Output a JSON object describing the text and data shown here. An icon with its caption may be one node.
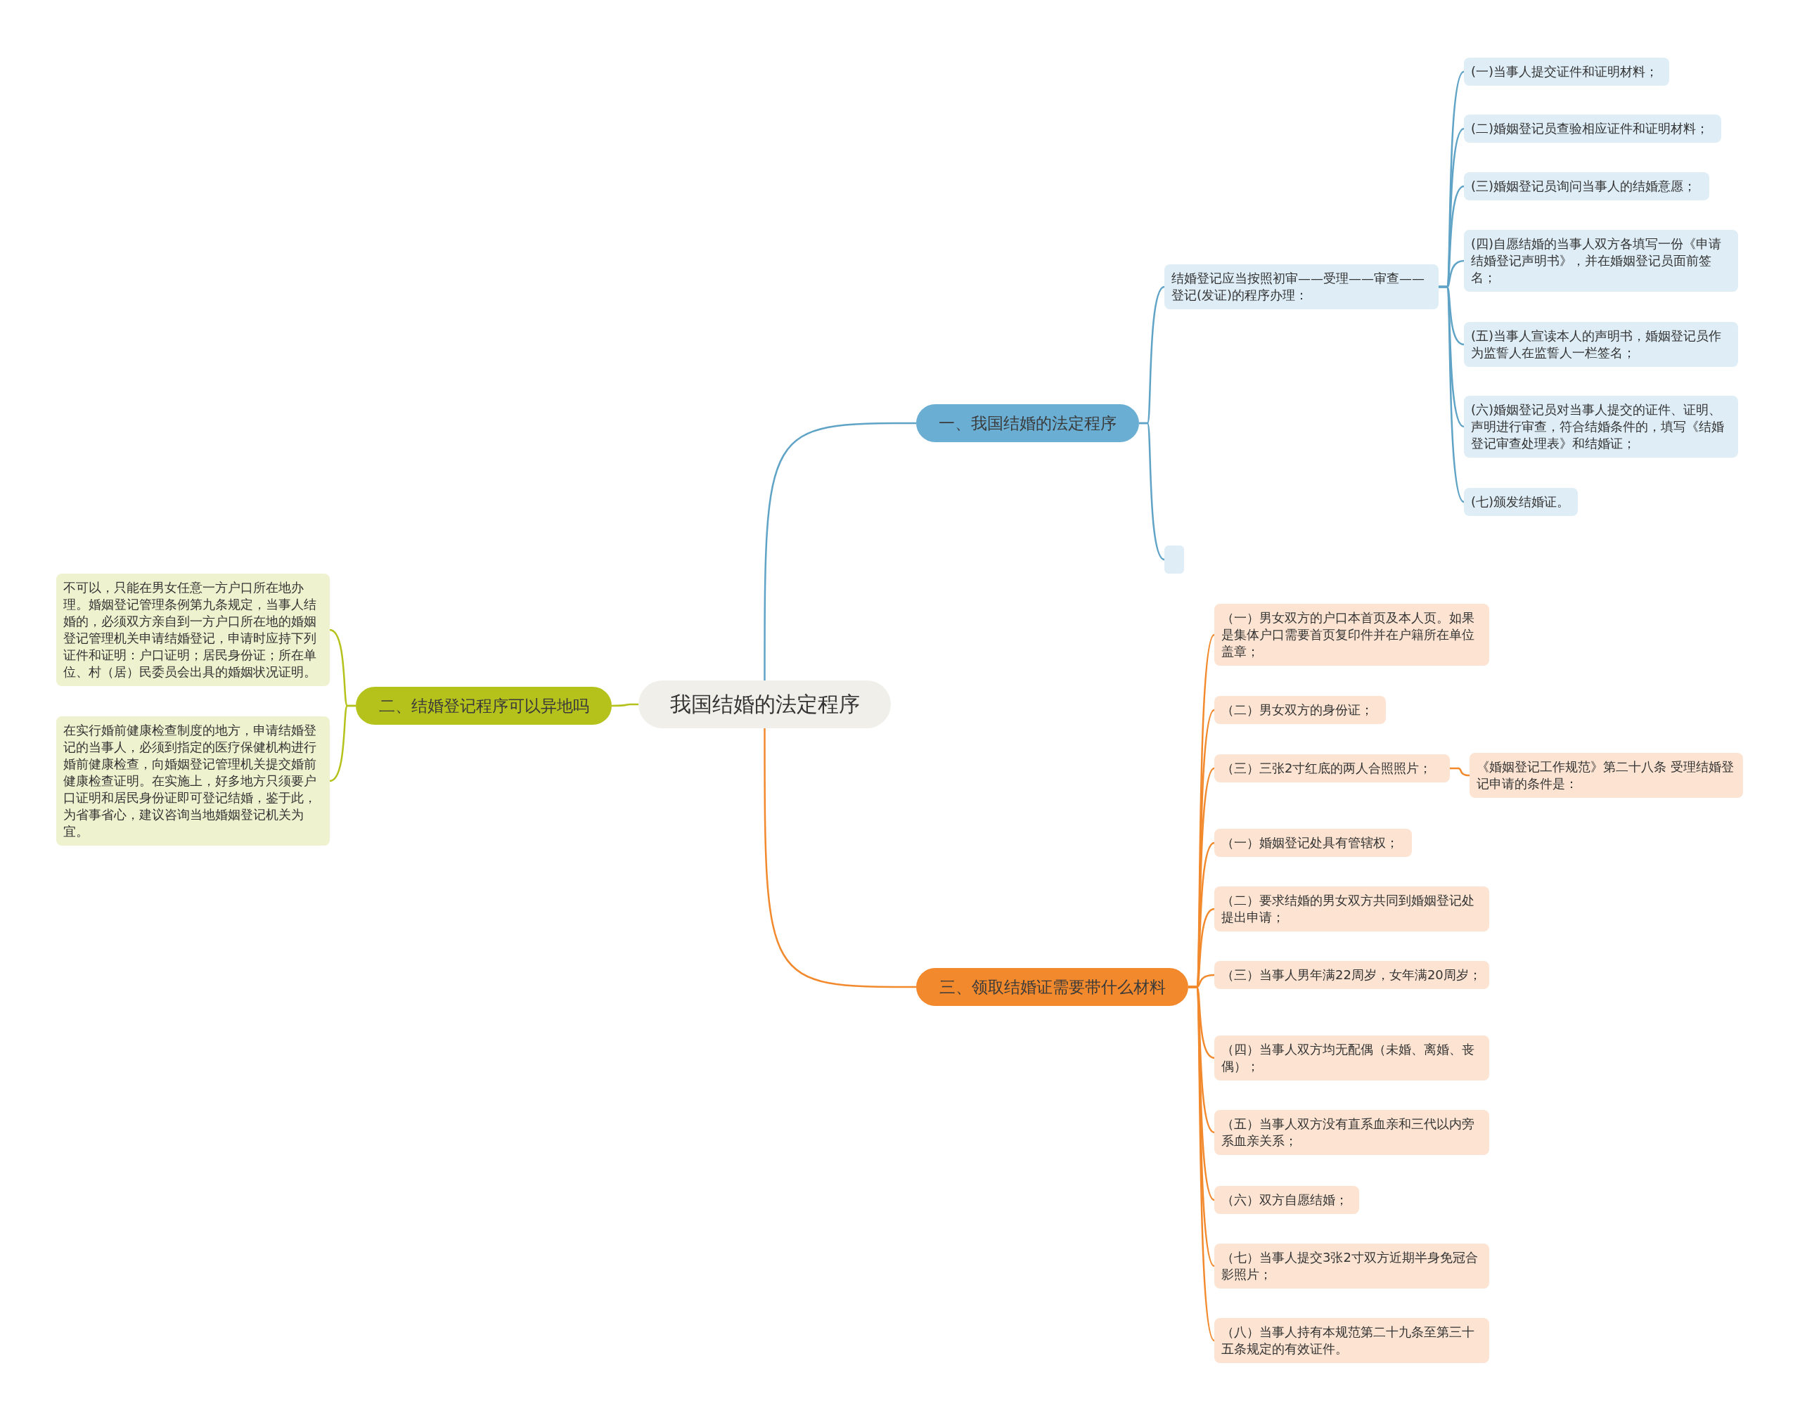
{
  "diagram": {
    "nodes": [
      {
        "text": [
          "我国结婚的法定程序"
        ]
      },
      {
        "text": [
          "一、我国结婚的法定程序"
        ]
      },
      {
        "text": [
          "结婚登记应当按照初审——受理——审查——登记(发证)的程序办理："
        ]
      },
      {
        "text": [
          "(一)当事人提交证件和证明材料；"
        ]
      },
      {
        "text": [
          "(二)婚姻登记员查验相应证件和证明材料；"
        ]
      },
      {
        "text": [
          "(三)婚姻登记员询问当事人的结婚意愿；"
        ]
      },
      {
        "text": [
          "(四)自愿结婚的当事人双方各填写一份《申请结婚登记声明书》，并在婚姻登记员面前签名；"
        ]
      },
      {
        "text": [
          "(五)当事人宣读本人的声明书，婚姻登记员作为监誓人在监誓人一栏签名；"
        ]
      },
      {
        "text": [
          "(六)婚姻登记员对当事人提交的证件、证明、声明进行审查，符合结婚条件的，填写《结婚登记审查处理表》和结婚证；"
        ]
      },
      {
        "text": [
          "(七)颁发结婚证。"
        ]
      },
      {
        "text": [],
        "shape": "box"
      },
      {
        "text": [
          "二、结婚登记程序可以异地吗"
        ]
      },
      {
        "text": [
          "不可以，只能在男女任意一方户口所在地办理。婚姻登记管理条例第九条规定，当事人结婚的，必须双方亲自到一方户口所在地的婚姻登记管理机关申请结婚登记，申请时应持下列证件和证明：户口证明；居民身份证；所在单位、村（居）民委员会出具的婚姻状况证明。"
        ]
      },
      {
        "text": [
          "在实行婚前健康检查制度的地方，申请结婚登记的当事人，必须到指定的医疗保健机构进行婚前健康检查，向婚姻登记管理机关提交婚前健康检查证明。在实施上，好多地方只须要户口证明和居民身份证即可登记结婚，鉴于此，为省事省心，建议咨询当地婚姻登记机关为宜。"
        ]
      },
      {
        "text": [
          "三、领取结婚证需要带什么材料"
        ]
      },
      {
        "text": [
          "（一）男女双方的户口本首页及本人页。如果是集体户口需要首页复印件并在户籍所在单位盖章；"
        ]
      },
      {
        "text": [
          "（二）男女双方的身份证；"
        ]
      },
      {
        "text": [
          "（三）三张2寸红底的两人合照照片；"
        ]
      },
      {
        "text": [
          "《婚姻登记工作规范》第二十八条 受理结婚登记申请的条件是："
        ]
      },
      {
        "text": [
          "（一）婚姻登记处具有管辖权；"
        ]
      },
      {
        "text": [
          "（二）要求结婚的男女双方共同到婚姻登记处提出申请；"
        ]
      },
      {
        "text": [
          "（三）当事人男年满22周岁，女年满20周岁；"
        ]
      },
      {
        "text": [
          "（四）当事人双方均无配偶（未婚、离婚、丧偶）；"
        ]
      },
      {
        "text": [
          "（五）当事人双方没有直系血亲和三代以内旁系血亲关系；"
        ]
      },
      {
        "text": [
          "（六）双方自愿结婚；"
        ]
      },
      {
        "text": [
          "（七）当事人提交3张2寸双方近期半身免冠合影照片；"
        ]
      },
      {
        "text": [
          "（八）当事人持有本规范第二十九条至第三十五条规定的有效证件。"
        ]
      }
    ],
    "edges": [
      {
        "from": 0,
        "to": 1,
        "arrow": "none",
        "color": "#5fa3c6"
      },
      {
        "from": 1,
        "to": 2,
        "arrow": "none",
        "color": "#5fa3c6"
      },
      {
        "from": 1,
        "to": 10,
        "arrow": "none",
        "color": "#5fa3c6"
      },
      {
        "from": 2,
        "to": 3,
        "arrow": "none",
        "color": "#5fa3c6"
      },
      {
        "from": 2,
        "to": 4,
        "arrow": "none",
        "color": "#5fa3c6"
      },
      {
        "from": 2,
        "to": 5,
        "arrow": "none",
        "color": "#5fa3c6"
      },
      {
        "from": 2,
        "to": 6,
        "arrow": "none",
        "color": "#5fa3c6"
      },
      {
        "from": 2,
        "to": 7,
        "arrow": "none",
        "color": "#5fa3c6"
      },
      {
        "from": 2,
        "to": 8,
        "arrow": "none",
        "color": "#5fa3c6"
      },
      {
        "from": 2,
        "to": 9,
        "arrow": "none",
        "color": "#5fa3c6"
      },
      {
        "from": 0,
        "to": 11,
        "arrow": "none",
        "color": "#b5c21b"
      },
      {
        "from": 11,
        "to": 12,
        "arrow": "none",
        "color": "#b5c21b"
      },
      {
        "from": 11,
        "to": 13,
        "arrow": "none",
        "color": "#b5c21b"
      },
      {
        "from": 0,
        "to": 14,
        "arrow": "none"
      },
      {
        "from": 14,
        "to": 15,
        "arrow": "none"
      },
      {
        "from": 14,
        "to": 16,
        "arrow": "none"
      },
      {
        "from": 14,
        "to": 17,
        "arrow": "none"
      },
      {
        "from": 17,
        "to": 18,
        "arrow": "none"
      },
      {
        "from": 14,
        "to": 19,
        "arrow": "none"
      },
      {
        "from": 14,
        "to": 20,
        "arrow": "none"
      },
      {
        "from": 14,
        "to": 21,
        "arrow": "none"
      },
      {
        "from": 14,
        "to": 22,
        "arrow": "none"
      },
      {
        "from": 14,
        "to": 23,
        "arrow": "none"
      },
      {
        "from": 14,
        "to": 24,
        "arrow": "none"
      },
      {
        "from": 14,
        "to": 25,
        "arrow": "none"
      },
      {
        "from": 14,
        "to": 26,
        "arrow": "none"
      }
    ]
  }
}
